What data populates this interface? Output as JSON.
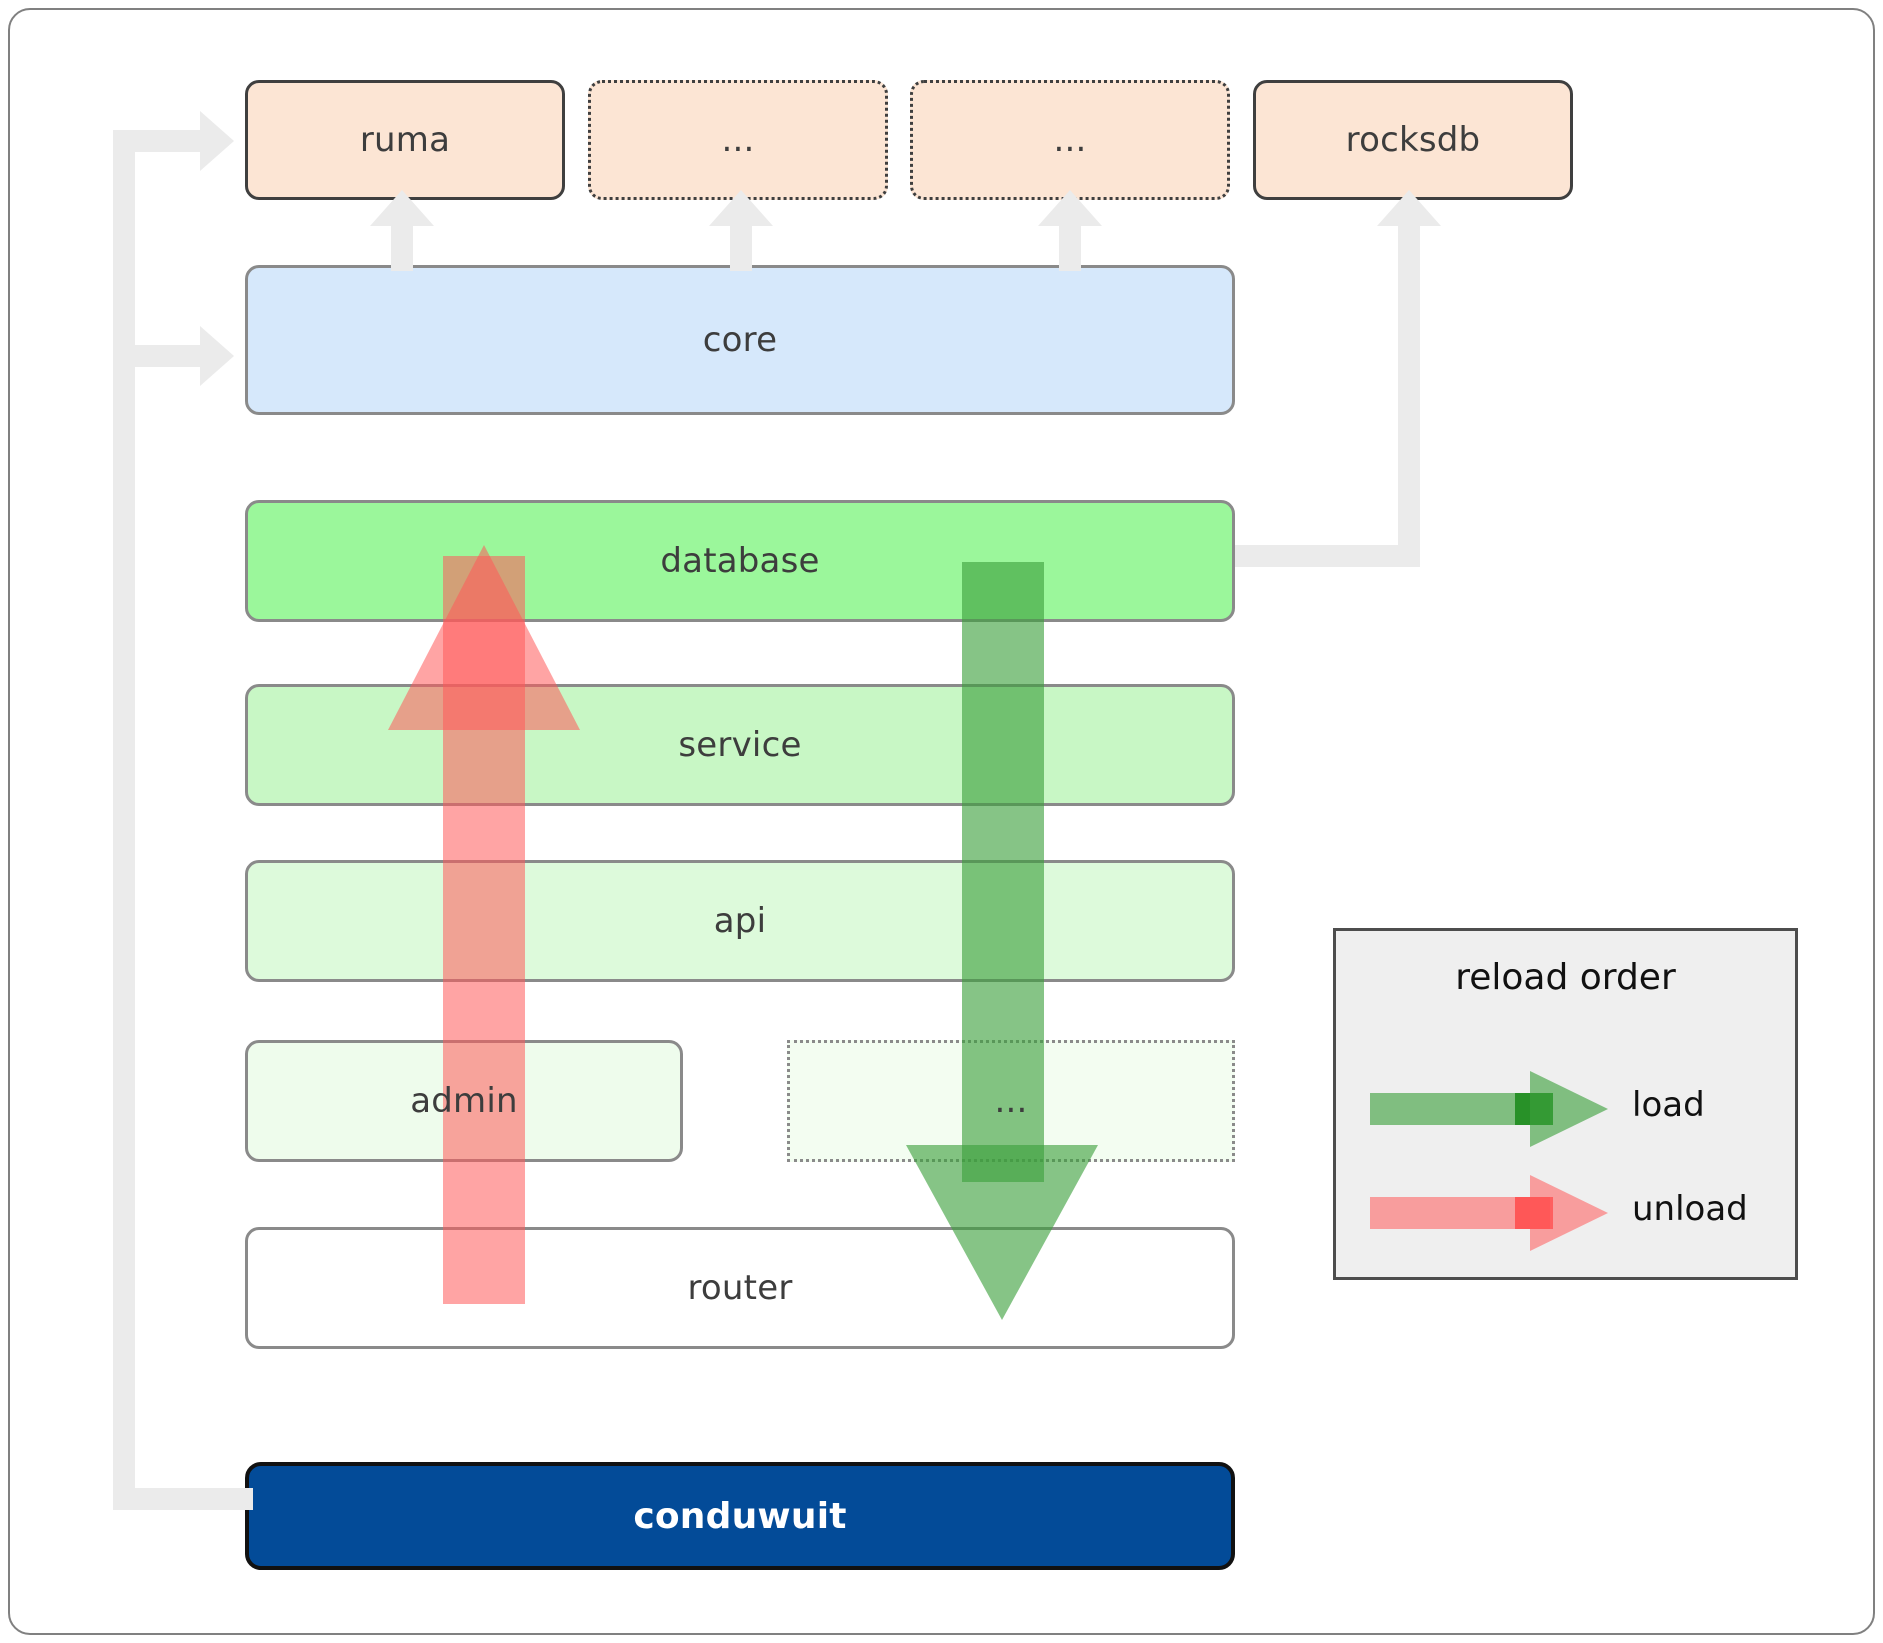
{
  "diagram": {
    "title": "conduwuit crate dependency / reload order diagram",
    "dependencies": [
      {
        "id": "ruma",
        "label": "ruma",
        "style": "solid"
      },
      {
        "id": "dots-a",
        "label": "...",
        "style": "dotted"
      },
      {
        "id": "dots-b",
        "label": "...",
        "style": "dotted"
      },
      {
        "id": "rocksdb",
        "label": "rocksdb",
        "style": "solid"
      }
    ],
    "core": {
      "label": "core"
    },
    "layers": [
      {
        "id": "database",
        "label": "database"
      },
      {
        "id": "service",
        "label": "service"
      },
      {
        "id": "api",
        "label": "api"
      }
    ],
    "split_row": [
      {
        "id": "admin",
        "label": "admin",
        "style": "solid"
      },
      {
        "id": "dots-c",
        "label": "...",
        "style": "dotted"
      }
    ],
    "router": {
      "label": "router"
    },
    "binary": {
      "label": "conduwuit"
    }
  },
  "legend": {
    "title": "reload order",
    "entries": [
      {
        "id": "load",
        "label": "load",
        "color": "#5aa95a"
      },
      {
        "id": "unload",
        "label": "unload",
        "color": "#fb8888"
      }
    ]
  },
  "colors": {
    "dependency_fill": "#fce5d4",
    "core_fill": "#d6e8fb",
    "database_fill": "#9bf79b",
    "service_fill": "#c8f7c5",
    "api_fill": "#ddfadb",
    "admin_fill": "#eefcec",
    "router_fill": "#ffffff",
    "binary_fill": "#034b98",
    "load_arrow": "#5aa95a",
    "unload_arrow": "#fb8888",
    "connector": "#ebebeb"
  }
}
